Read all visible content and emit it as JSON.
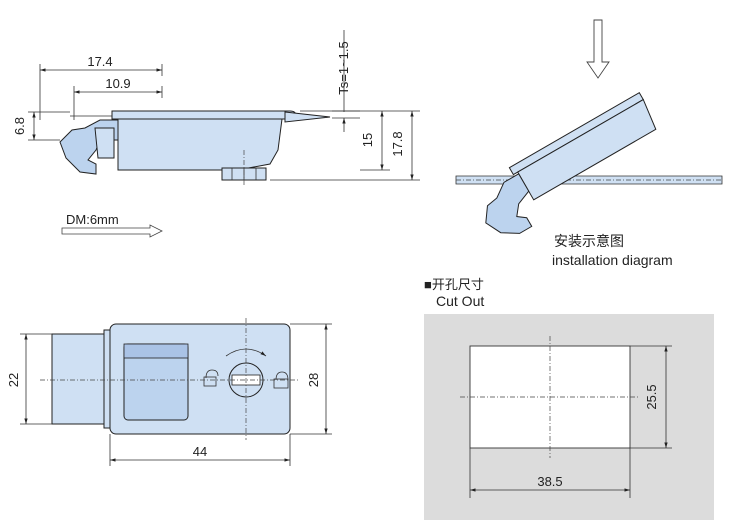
{
  "side_view": {
    "dim_17_4": "17.4",
    "dim_10_9": "10.9",
    "dim_6_8": "6.8",
    "dim_ts": "Ts=1~1.5",
    "dim_15": "15",
    "dim_17_8": "17.8"
  },
  "dm_note": "DM:6mm",
  "install": {
    "label_cn": "安装示意图",
    "label_en": "installation diagram"
  },
  "front_view": {
    "dim_22": "22",
    "dim_28": "28",
    "dim_44": "44"
  },
  "cutout": {
    "title_cn": "■开孔尺寸",
    "title_en": "Cut Out",
    "dim_25_5": "25.5",
    "dim_38_5": "38.5"
  }
}
